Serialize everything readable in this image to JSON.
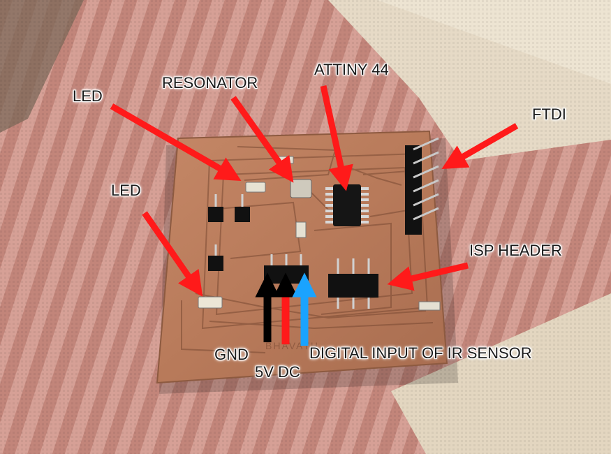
{
  "annotations": {
    "led_top": "LED",
    "resonator": "RESONATOR",
    "attiny": "ATTINY 44",
    "ftdi": "FTDI",
    "led_left": "LED",
    "isp_header": "ISP HEADER",
    "gnd": "GND",
    "five_v": "5V DC",
    "ir_input": "DIGITAL INPUT OF IR SENSOR"
  },
  "colors": {
    "arrow_red": "#ff1a1a",
    "arrow_black": "#000000",
    "arrow_blue": "#1aa3ff",
    "copper": "#b8795a",
    "cloth_stripe": "#c98a80",
    "cloth_light": "#e4d8c4"
  }
}
